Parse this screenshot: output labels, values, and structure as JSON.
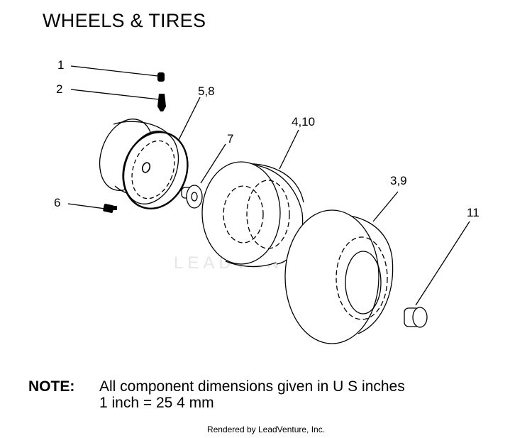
{
  "title": "WHEELS & TIRES",
  "callouts": {
    "c1": "1",
    "c2": "2",
    "c5_8": "5,8",
    "c7": "7",
    "c4_10": "4,10",
    "c3_9": "3,9",
    "c6": "6",
    "c11": "11"
  },
  "watermark": "LEADVENTURE",
  "note": {
    "label": "NOTE:",
    "line1": "All component dimensions given in U S  inches",
    "line2": "1 inch = 25 4 mm"
  },
  "footer": "Rendered by LeadVenture, Inc."
}
